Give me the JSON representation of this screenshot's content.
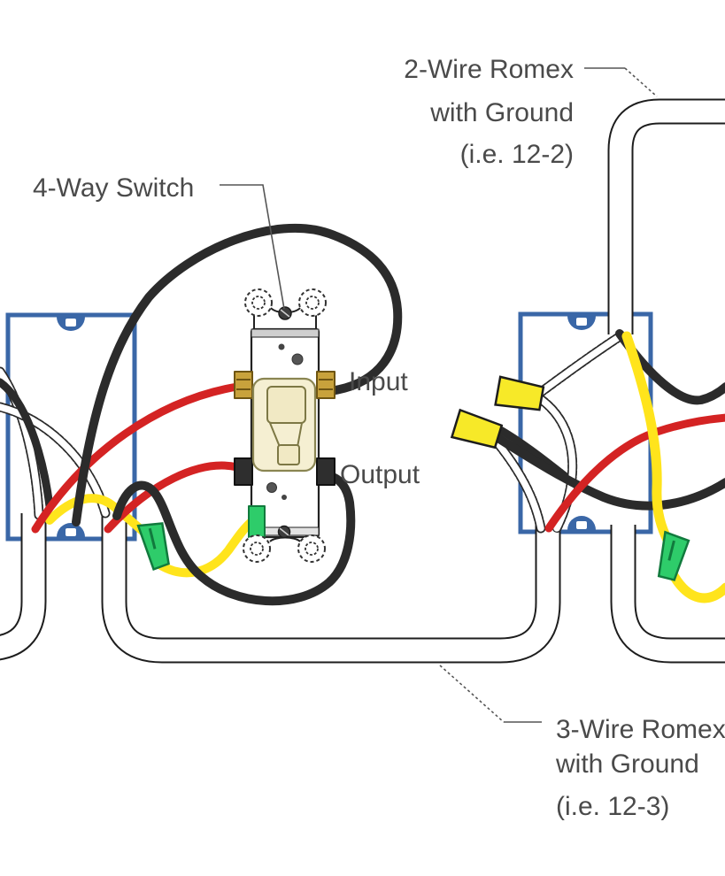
{
  "labels": {
    "two_wire": {
      "line1": "2-Wire Romex",
      "line2": "with Ground",
      "line3": "(i.e. 12-2)"
    },
    "three_wire": {
      "line1": "3-Wire Romex",
      "line2": "with Ground",
      "line3": "(i.e. 12-3)"
    },
    "four_way_switch": "4-Way Switch",
    "input": "Input",
    "output": "Output"
  },
  "colors": {
    "box_blue": "#3a67a7",
    "wire_black": "#2b2b2b",
    "wire_red": "#d42323",
    "wire_yellow": "#ffe41c",
    "wire_white": "#ffffff",
    "nut_green": "#2ecc6a",
    "nut_yellow": "#f7e928",
    "terminal_brass": "#c8a23c",
    "terminal_dark": "#2e2e2e",
    "switch_cream": "#f5efd2",
    "text_gray": "#4a4a4a"
  }
}
